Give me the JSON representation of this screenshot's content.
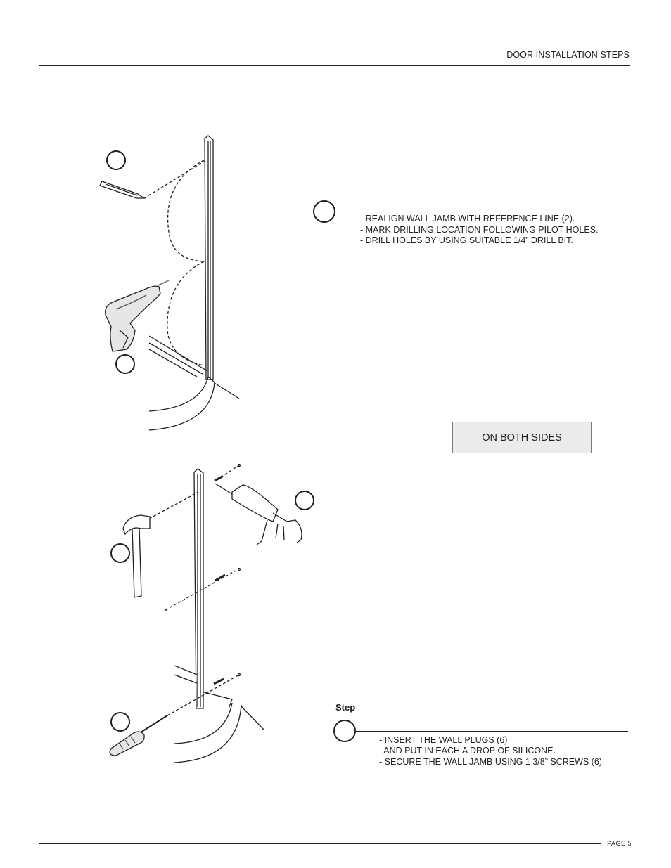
{
  "header": {
    "title": "DOOR INSTALLATION STEPS"
  },
  "step_a": {
    "lines": [
      "- REALIGN WALL JAMB WITH REFERENCE LINE (2).",
      "- MARK DRILLING LOCATION FOLLOWING PILOT HOLES.",
      "- DRILL HOLES BY USING SUITABLE 1/4” DRILL BIT."
    ]
  },
  "callout": {
    "text": "ON BOTH SIDES"
  },
  "step_b": {
    "label": "Step",
    "lines": [
      "- INSERT THE WALL PLUGS (6)",
      "  AND PUT IN EACH A DROP OF SILICONE.",
      "- SECURE THE WALL JAMB USING 1 3/8” SCREWS (6)"
    ]
  },
  "footer": {
    "page": "PAGE 5"
  },
  "icons": [
    "pencil-icon",
    "drill-icon",
    "hammer-icon",
    "caulking-gun-icon",
    "screwdriver-icon",
    "screw-icon"
  ]
}
